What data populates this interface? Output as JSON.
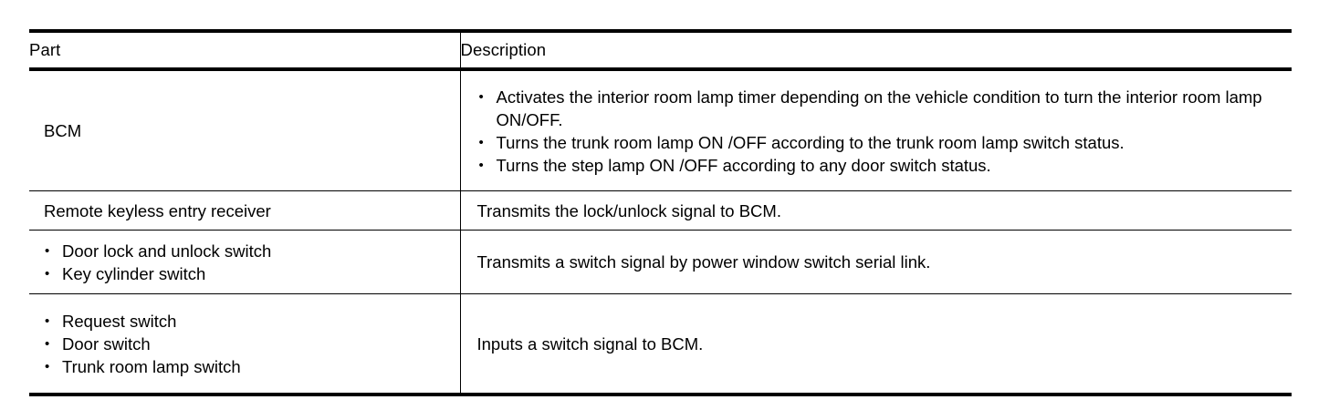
{
  "table": {
    "headers": {
      "part": "Part",
      "description": "Description"
    },
    "rows": [
      {
        "id": "bcm",
        "part_type": "text",
        "part_text": "BCM",
        "desc_type": "bullets",
        "desc_bullets": [
          "Activates the interior room lamp timer depending on the vehicle condition to turn the interior room lamp ON/OFF.",
          "Turns the trunk room lamp ON /OFF according to the trunk room lamp switch status.",
          "Turns the step lamp ON /OFF according to any door switch status."
        ]
      },
      {
        "id": "remote-keyless-entry-receiver",
        "part_type": "text",
        "part_text": "Remote keyless entry receiver",
        "desc_type": "text",
        "desc_text": "Transmits the lock/unlock signal to BCM."
      },
      {
        "id": "door-lock-key-cylinder",
        "part_type": "bullets",
        "part_bullets": [
          "Door lock and unlock switch",
          "Key cylinder switch"
        ],
        "desc_type": "text",
        "desc_text": "Transmits a switch signal by power window switch serial link."
      },
      {
        "id": "request-door-trunk-switch",
        "part_type": "bullets",
        "part_bullets": [
          "Request switch",
          "Door switch",
          "Trunk room lamp switch"
        ],
        "desc_type": "text",
        "desc_text": "Inputs a switch signal to BCM."
      }
    ]
  },
  "colors": {
    "text": "#000000",
    "background": "#ffffff",
    "rule": "#000000"
  }
}
